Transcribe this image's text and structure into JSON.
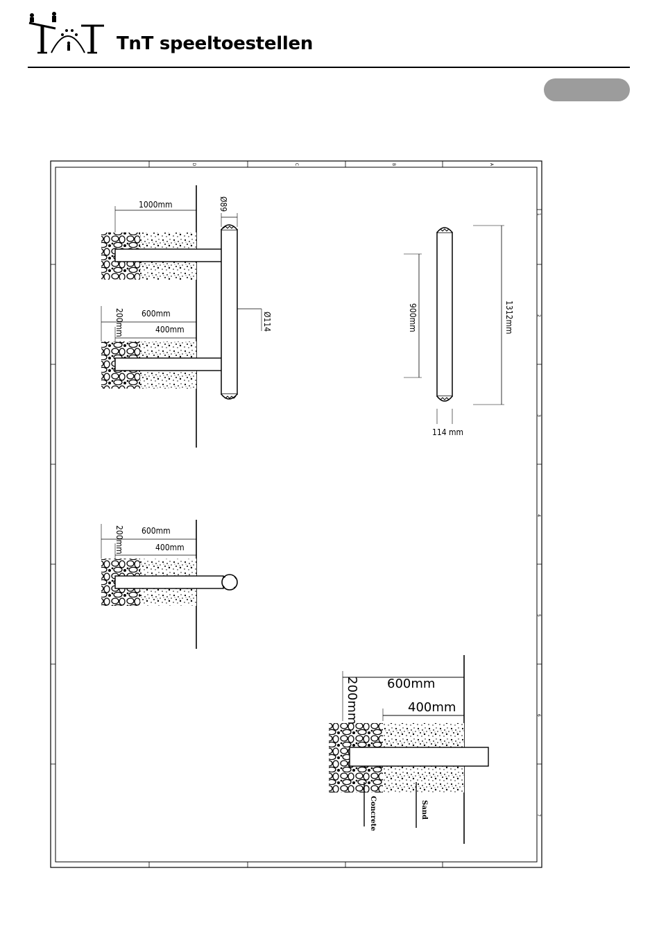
{
  "header": {
    "brand": "TnT speeltoestellen"
  },
  "drawing": {
    "zones_top": [
      "D",
      "C",
      "B",
      "A"
    ],
    "zones_right": [
      "1",
      "2",
      "3",
      "4",
      "5",
      "6",
      "7"
    ],
    "view1": {
      "length": "1000mm",
      "tube_diameter": "Ø89",
      "post_diameter": "Ø114",
      "total": "600mm",
      "sand": "400mm",
      "concrete": "200mm"
    },
    "view2": {
      "post_height": "1312mm",
      "spacing": "900mm",
      "post_width": "114 mm"
    },
    "view3": {
      "total": "600mm",
      "sand": "400mm",
      "concrete": "200mm"
    },
    "view4": {
      "total": "600mm",
      "sand": "400mm",
      "concrete": "200mm",
      "label_concrete": "Concrete",
      "label_sand": "Sand"
    }
  }
}
